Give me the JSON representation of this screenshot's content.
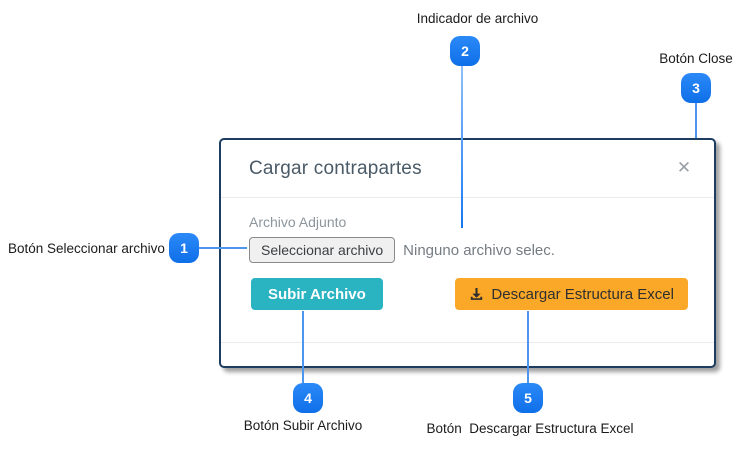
{
  "modal": {
    "title": "Cargar contrapartes",
    "close_icon": "✕",
    "body": {
      "file_label": "Archivo Adjunto",
      "file_button_label": "Seleccionar archivo",
      "file_status": "Ninguno archivo selec.",
      "upload_button_label": "Subir Archivo",
      "download_button_label": "Descargar Estructura Excel"
    }
  },
  "callouts": [
    {
      "number": "1",
      "label": "Botón Seleccionar archivo"
    },
    {
      "number": "2",
      "label": "Indicador de archivo"
    },
    {
      "number": "3",
      "label": "Botón Close"
    },
    {
      "number": "4",
      "label": "Botón Subir Archivo"
    },
    {
      "number": "5",
      "label": "Botón  Descargar Estructura Excel"
    }
  ],
  "colors": {
    "badge_blue": "#1877F2",
    "line_blue": "#4D96F0",
    "teal_button": "#2AB3C1",
    "orange_button": "#FBA828",
    "modal_border": "#1C3D60"
  }
}
